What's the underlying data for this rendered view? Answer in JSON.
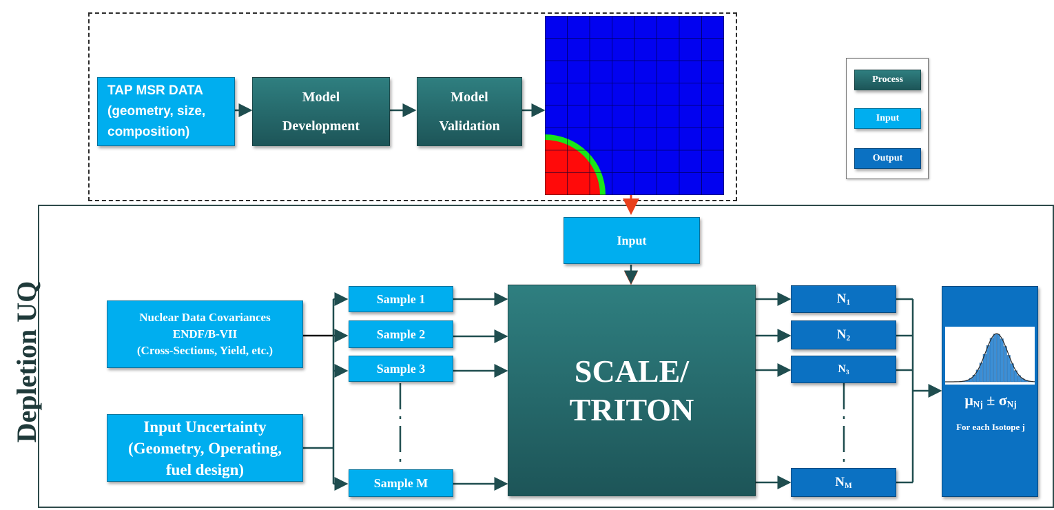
{
  "group_title": "Depletion UQ",
  "nodes": {
    "tap_msr_data": "TAP MSR DATA\n(geometry, size,\ncomposition)",
    "model_development": "Model\nDevelopment",
    "model_validation": "Model\nValidation",
    "input": "Input",
    "nuclear_data": "Nuclear Data Covariances\nENDF/B-VII\n(Cross-Sections, Yield, etc.)",
    "input_uncertainty": "Input Uncertainty\n(Geometry, Operating,\nfuel design)",
    "scale_triton": "SCALE/\nTRITON"
  },
  "samples": [
    "Sample 1",
    "Sample 2",
    "Sample 3",
    "Sample M"
  ],
  "outputs": [
    {
      "base": "N",
      "sub": "1"
    },
    {
      "base": "N",
      "sub": "2"
    },
    {
      "base": "N",
      "sub": "3"
    },
    {
      "base": "N",
      "sub": "M"
    }
  ],
  "result": {
    "mu": "μ",
    "sigma": "σ",
    "sub": "Nj",
    "pm": "±",
    "caption": "For each Isotope j"
  },
  "legend": {
    "process": "Process",
    "input": "Input",
    "output": "Output"
  },
  "colors": {
    "process": "#2a6f71",
    "input": "#00aeef",
    "output": "#0b71c2",
    "fuel": "#ff0a0a",
    "cladding": "#19e619",
    "moderator": "#0202f0"
  }
}
